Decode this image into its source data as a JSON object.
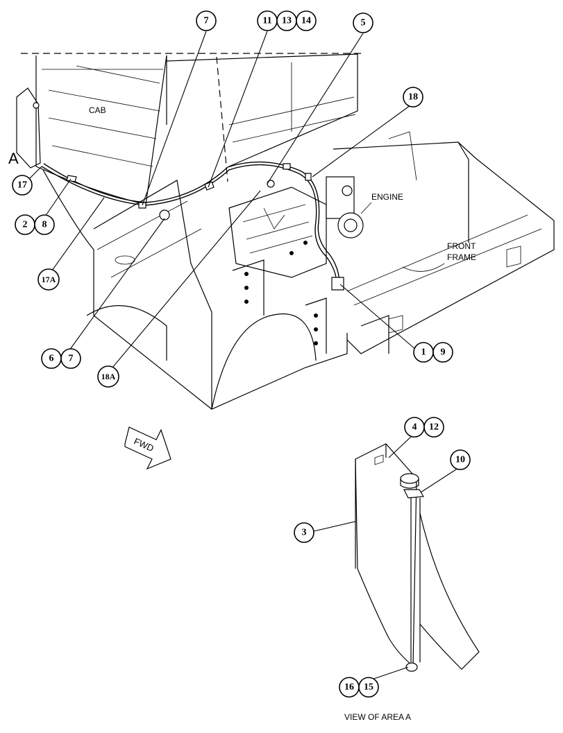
{
  "labels": {
    "cab": "CAB",
    "engine": "ENGINE",
    "front_frame_line1": "FRONT",
    "front_frame_line2": "FRAME",
    "area_letter": "A",
    "fwd": "FWD",
    "view_caption": "VIEW OF AREA A"
  },
  "callouts": {
    "c7_top": "7",
    "c11": "11",
    "c13": "13",
    "c14": "14",
    "c5": "5",
    "c18": "18",
    "c17": "17",
    "c2": "2",
    "c8": "8",
    "c17a": "17A",
    "c6": "6",
    "c7_bottom": "7",
    "c18a": "18A",
    "c1": "1",
    "c9": "9",
    "c4": "4",
    "c12": "12",
    "c10": "10",
    "c3": "3",
    "c16": "16",
    "c15": "15"
  }
}
